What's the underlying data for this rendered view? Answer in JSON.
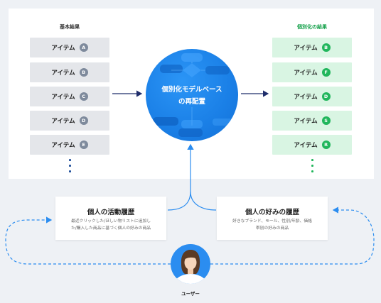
{
  "left_column": {
    "title": "基本結果",
    "items": [
      {
        "label": "アイテム",
        "badge": "A"
      },
      {
        "label": "アイテム",
        "badge": "B"
      },
      {
        "label": "アイテム",
        "badge": "C"
      },
      {
        "label": "アイテム",
        "badge": "D"
      },
      {
        "label": "アイテム",
        "badge": "E"
      }
    ]
  },
  "right_column": {
    "title": "個別化の結果",
    "items": [
      {
        "label": "アイテム",
        "badge": "B"
      },
      {
        "label": "アイテム",
        "badge": "F"
      },
      {
        "label": "アイテム",
        "badge": "D"
      },
      {
        "label": "アイテム",
        "badge": "S"
      },
      {
        "label": "アイテム",
        "badge": "R"
      }
    ]
  },
  "model": {
    "line1": "個別化モデルベース",
    "line2": "の再配置"
  },
  "activity_card": {
    "title": "個人の活動履歴",
    "desc_line1": "最近クリックした/ほしい物リストに追加し",
    "desc_line2": "た/購入した商品に基づく個人の好みの商品"
  },
  "preference_card": {
    "title": "個人の好みの履歴",
    "desc_line1": "好きなブランド、モール、性別/年齢、価格",
    "desc_line2": "帯別の好みの商品"
  },
  "user": {
    "label": "ユーザー"
  },
  "colors": {
    "accent_blue": "#1a7fe6",
    "navy_arrow": "#1f2d6b",
    "left_dots": "#1f4e9a",
    "right_dots": "#21b65c"
  }
}
